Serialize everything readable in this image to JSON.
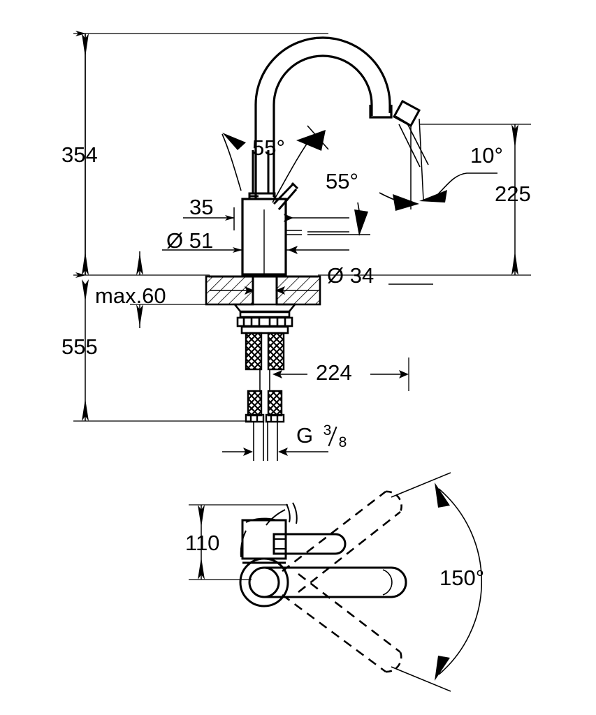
{
  "drawing": {
    "title": "Kitchen mixer tap technical dimension drawing",
    "units": "mm",
    "line_color": "#000000",
    "background": "#ffffff",
    "views": [
      {
        "name": "front-elevation",
        "description": "Front elevation of single-lever kitchen mixer with C-spout"
      },
      {
        "name": "top-plan",
        "description": "Top plan view showing spout swivel range"
      }
    ]
  },
  "dimensions": {
    "height_overall": {
      "value": "354",
      "name": "overall-spout-height",
      "unit_implied": "mm"
    },
    "height_below_deck": {
      "value": "555",
      "name": "below-deck-length",
      "unit_implied": "mm"
    },
    "spout_outlet_height": {
      "value": "225",
      "name": "spout-outlet-height",
      "unit_implied": "mm"
    },
    "deck_thickness_max": {
      "value": "max.60",
      "name": "max-deck-thickness"
    },
    "body_offset": {
      "value": "35",
      "name": "lever-offset-dimension"
    },
    "body_diameter": {
      "value": "Ø 51",
      "name": "body-diameter"
    },
    "shank_diameter": {
      "value": "Ø 34",
      "name": "mounting-hole-diameter"
    },
    "spout_reach": {
      "value": "224",
      "name": "spout-reach"
    },
    "handle_height": {
      "value": "110",
      "name": "lever-handle-height"
    }
  },
  "angles": {
    "lever_back": {
      "value": "55°",
      "name": "lever-tilt-back-angle"
    },
    "lever_side": {
      "value": "55°",
      "name": "lever-tilt-side-angle"
    },
    "aerator": {
      "value": "10°",
      "name": "aerator-tilt-angle"
    },
    "swivel_range": {
      "value": "150°",
      "name": "spout-swivel-angle"
    }
  },
  "thread": {
    "label_prefix": "G",
    "numerator": "3",
    "denominator": "8",
    "name": "supply-thread-size",
    "full": "G 3/8"
  }
}
